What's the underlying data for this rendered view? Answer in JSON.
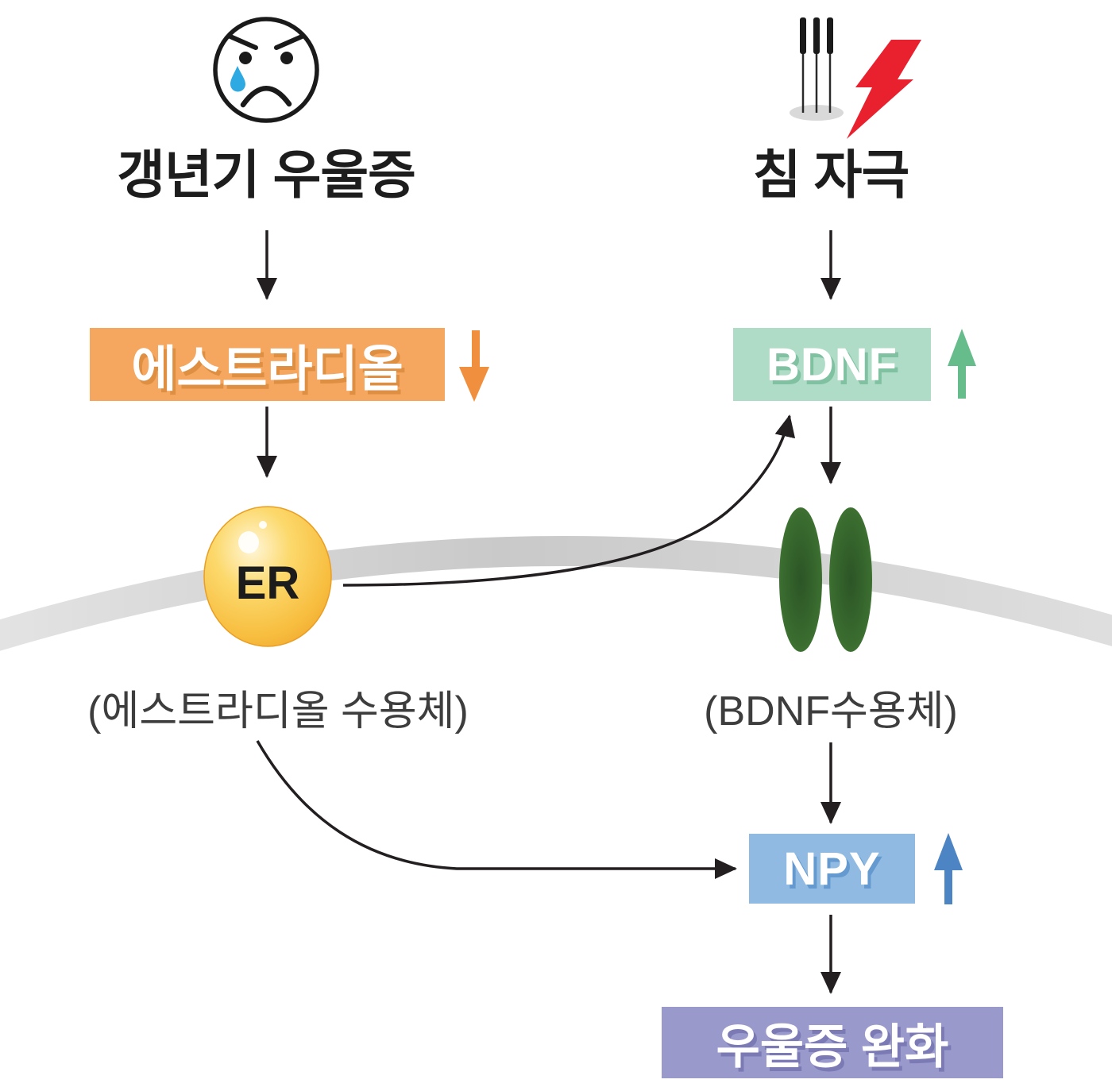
{
  "diagram": {
    "left_pathway": {
      "title": "갱년기 우울증",
      "estradiol_label": "에스트라디올",
      "estradiol_trend": "decrease",
      "er_label": "ER",
      "er_caption": "(에스트라디올 수용체)"
    },
    "right_pathway": {
      "title": "침 자극",
      "bdnf_label": "BDNF",
      "bdnf_trend": "increase",
      "bdnf_receptor_caption": "(BDNF수용체)",
      "npy_label": "NPY",
      "npy_trend": "increase",
      "outcome_label": "우울증 완화"
    },
    "icons": {
      "left_topic_icon": "sad-crying-face",
      "right_topic_icon": "acupuncture-needles-with-lightning"
    }
  },
  "colors": {
    "estradiol_box": "#F5A75F",
    "estradiol_shadow": "#DF8F41",
    "estradiol_arrow": "#F0903E",
    "bdnf_box": "#AFDCC6",
    "bdnf_shadow": "#80C1A1",
    "bdnf_arrow": "#66BC8B",
    "npy_box": "#90BAE2",
    "npy_shadow": "#649ACF",
    "npy_arrow": "#4C84C4",
    "outcome_box": "#9A99CB",
    "outcome_shadow": "#7C7AB5",
    "membrane": "#CDCDCD",
    "line": "#231F20",
    "tear_blue": "#2EA9E1",
    "lightning_red": "#E9202D",
    "er_ball": "#F6B93B",
    "receptor_green": "#3F7533"
  }
}
